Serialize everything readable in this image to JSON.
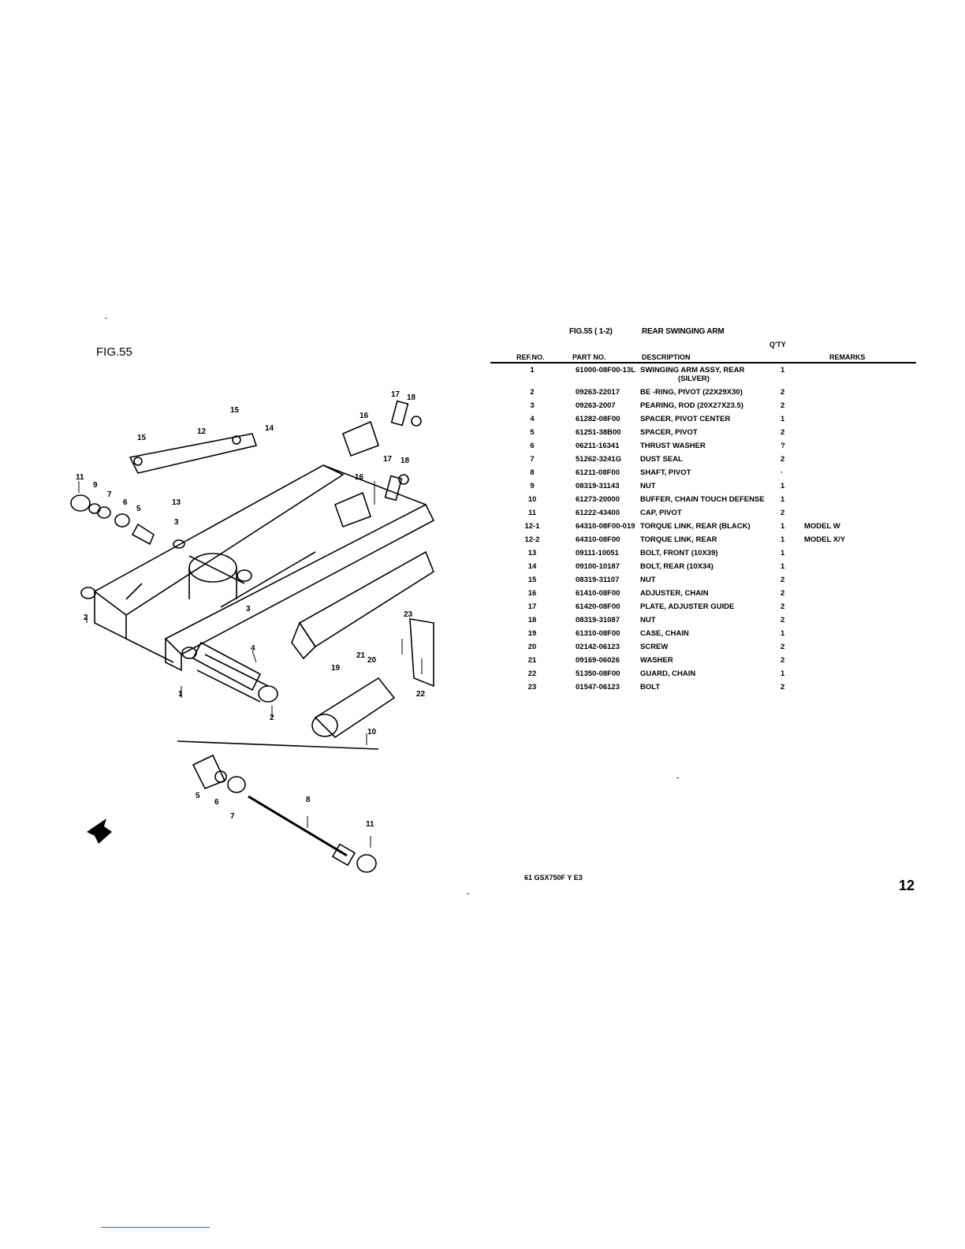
{
  "figure_label": "FIG.55",
  "sheet": {
    "fig_ref": "FIG.55 ( 1-2)",
    "title": "REAR SWINGING ARM",
    "qty_header": "Q'TY",
    "headers": {
      "ref": "REF.NO.",
      "part": "PART NO.",
      "desc": "DESCRIPTION",
      "remarks": "REMARKS"
    }
  },
  "parts": [
    {
      "ref": "1",
      "part": "61000-08F00-13L",
      "desc": "SWINGING ARM ASSY, REAR",
      "desc2": "(SILVER)",
      "qty": "1",
      "remarks": ""
    },
    {
      "ref": "2",
      "part": "09263-22017",
      "desc": "BE -RING, PIVOT (22X29X30)",
      "qty": "2",
      "remarks": ""
    },
    {
      "ref": "3",
      "part": "09263-2007",
      "desc": "PEARING, ROD (20X27X23.5)",
      "qty": "2",
      "remarks": ""
    },
    {
      "ref": "4",
      "part": "61282-08F00",
      "desc": "SPACER, PIVOT CENTER",
      "qty": "1",
      "remarks": ""
    },
    {
      "ref": "5",
      "part": "61251-38B00",
      "desc": "SPACER, PIVOT",
      "qty": "2",
      "remarks": ""
    },
    {
      "ref": "6",
      "part": "06211-16341",
      "desc": "THRUST WASHER",
      "qty": "?",
      "remarks": ""
    },
    {
      "ref": "7",
      "part": "51262-3241G",
      "desc": "DUST SEAL",
      "qty": "2",
      "remarks": ""
    },
    {
      "ref": "8",
      "part": "61211-08F00",
      "desc": "SHAFT, PIVOT",
      "qty": "·",
      "remarks": ""
    },
    {
      "ref": "9",
      "part": "08319-31143",
      "desc": "NUT",
      "qty": "1",
      "remarks": ""
    },
    {
      "ref": "10",
      "part": "61273-20000",
      "desc": "BUFFER, CHAIN TOUCH DEFENSE",
      "qty": "1",
      "remarks": ""
    },
    {
      "ref": "11",
      "part": "61222-43400",
      "desc": "CAP, PIVOT",
      "qty": "2",
      "remarks": ""
    },
    {
      "ref": "12-1",
      "part": "64310-08F00-019",
      "desc": "TORQUE LINK, REAR (BLACK)",
      "qty": "1",
      "remarks": "MODEL W"
    },
    {
      "ref": "12-2",
      "part": "64310-08F00",
      "desc": "TORQUE LINK, REAR",
      "qty": "1",
      "remarks": "MODEL X/Y"
    },
    {
      "ref": "13",
      "part": "09111-10051",
      "desc": "BOLT, FRONT (10X39)",
      "qty": "1",
      "remarks": ""
    },
    {
      "ref": "14",
      "part": "09100-10187",
      "desc": "BOLT, REAR (10X34)",
      "qty": "1",
      "remarks": ""
    },
    {
      "ref": "15",
      "part": "08319-31107",
      "desc": "NUT",
      "qty": "2",
      "remarks": ""
    },
    {
      "ref": "16",
      "part": "61410-08F00",
      "desc": "ADJUSTER, CHAIN",
      "qty": "2",
      "remarks": ""
    },
    {
      "ref": "17",
      "part": "61420-08F00",
      "desc": "PLATE, ADJUSTER GUIDE",
      "qty": "2",
      "remarks": ""
    },
    {
      "ref": "18",
      "part": "08319-31087",
      "desc": "NUT",
      "qty": "2",
      "remarks": ""
    },
    {
      "ref": "19",
      "part": "61310-08F00",
      "desc": "CASE, CHAIN",
      "qty": "1",
      "remarks": ""
    },
    {
      "ref": "20",
      "part": "02142-06123",
      "desc": "SCREW",
      "qty": "2",
      "remarks": ""
    },
    {
      "ref": "21",
      "part": "09169-06026",
      "desc": "WASHER",
      "qty": "2",
      "remarks": ""
    },
    {
      "ref": "22",
      "part": "51350-08F00",
      "desc": "GUARD, CHAIN",
      "qty": "1",
      "remarks": ""
    },
    {
      "ref": "23",
      "part": "01547-06123",
      "desc": "BOLT",
      "qty": "2",
      "remarks": ""
    }
  ],
  "footer": {
    "model_code": "61 GSX750F Y E3",
    "page_number": "12"
  },
  "diagram": {
    "callouts": [
      "1",
      "2",
      "2",
      "3",
      "3",
      "4",
      "5",
      "5",
      "6",
      "6",
      "7",
      "7",
      "8",
      "9",
      "10",
      "11",
      "11",
      "12",
      "13",
      "14",
      "15",
      "15",
      "16",
      "16",
      "17",
      "17",
      "18",
      "18",
      "19",
      "20",
      "21",
      "22",
      "23"
    ]
  }
}
